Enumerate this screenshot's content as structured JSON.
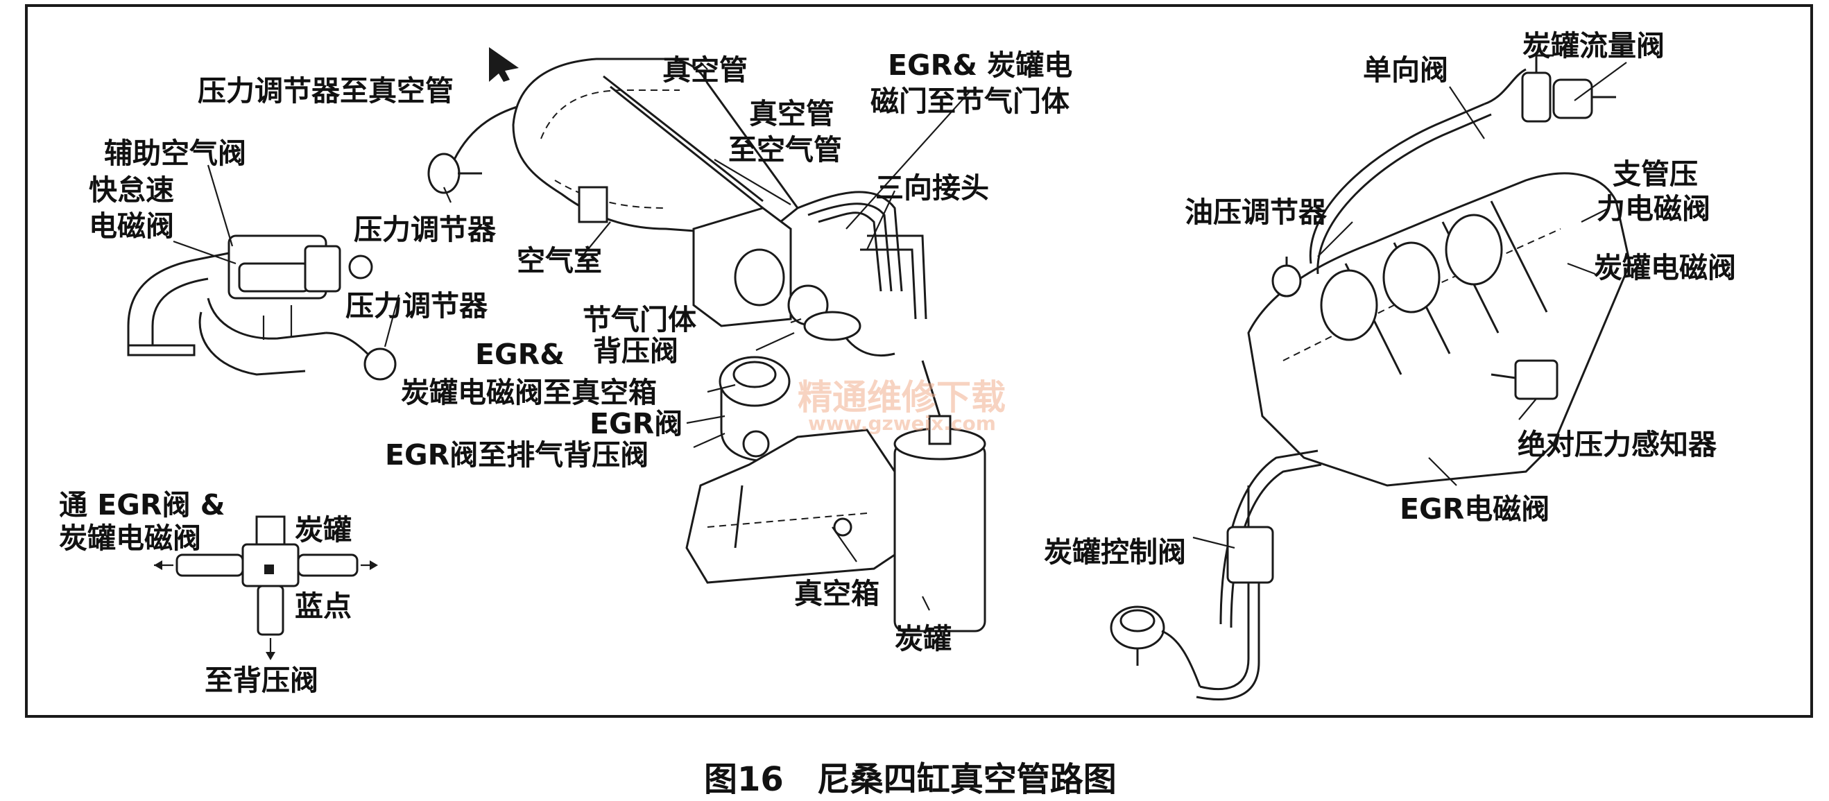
{
  "labels": {
    "pressure_reg_to_vacuum": "压力调节器至真空管",
    "aux_air_valve": "辅助空气阀",
    "fast_idle_1": "快怠速",
    "fast_idle_2": "电磁阀",
    "pressure_reg_upper": "压力调节器",
    "air_chamber": "空气室",
    "pressure_reg_lower": "压力调节器",
    "vacuum_tube": "真空管",
    "vacuum_to_air_1": "真空管",
    "vacuum_to_air_2": "至空气管",
    "egr_canister_sv_1": "EGR& 炭罐电",
    "egr_canister_sv_2": "磁门至节气门体",
    "three_way": "三向接头",
    "throttle_body": "节气门体",
    "back_pressure_valve": "背压阀",
    "egr_sv_to_tank_1": "EGR&",
    "egr_sv_to_tank_2": "炭罐电磁阀至真空箱",
    "egr_valve": "EGR阀",
    "egr_to_exhaust_bp": "EGR阀至排气背压阀",
    "vacuum_tank": "真空箱",
    "canister": "炭罐",
    "to_egr_1": "通 EGR阀 &",
    "to_egr_2": "炭罐电磁阀",
    "canister_small": "炭罐",
    "blue_dot": "蓝点",
    "to_bp_valve": "至背压阀",
    "check_valve": "单向阀",
    "canister_flow_valve": "炭罐流量阀",
    "fuel_pressure_reg": "油压调节器",
    "manifold_sv_1": "支管压",
    "manifold_sv_2": "力电磁阀",
    "canister_sv": "炭罐电磁阀",
    "map_sensor": "绝对压力感知器",
    "egr_sv": "EGR电磁阀",
    "canister_control_valve": "炭罐控制阀"
  },
  "caption": "图16　尼桑四缸真空管路图",
  "watermark": {
    "line1": "精通维修下载",
    "line2": "www.gzweix.com"
  }
}
